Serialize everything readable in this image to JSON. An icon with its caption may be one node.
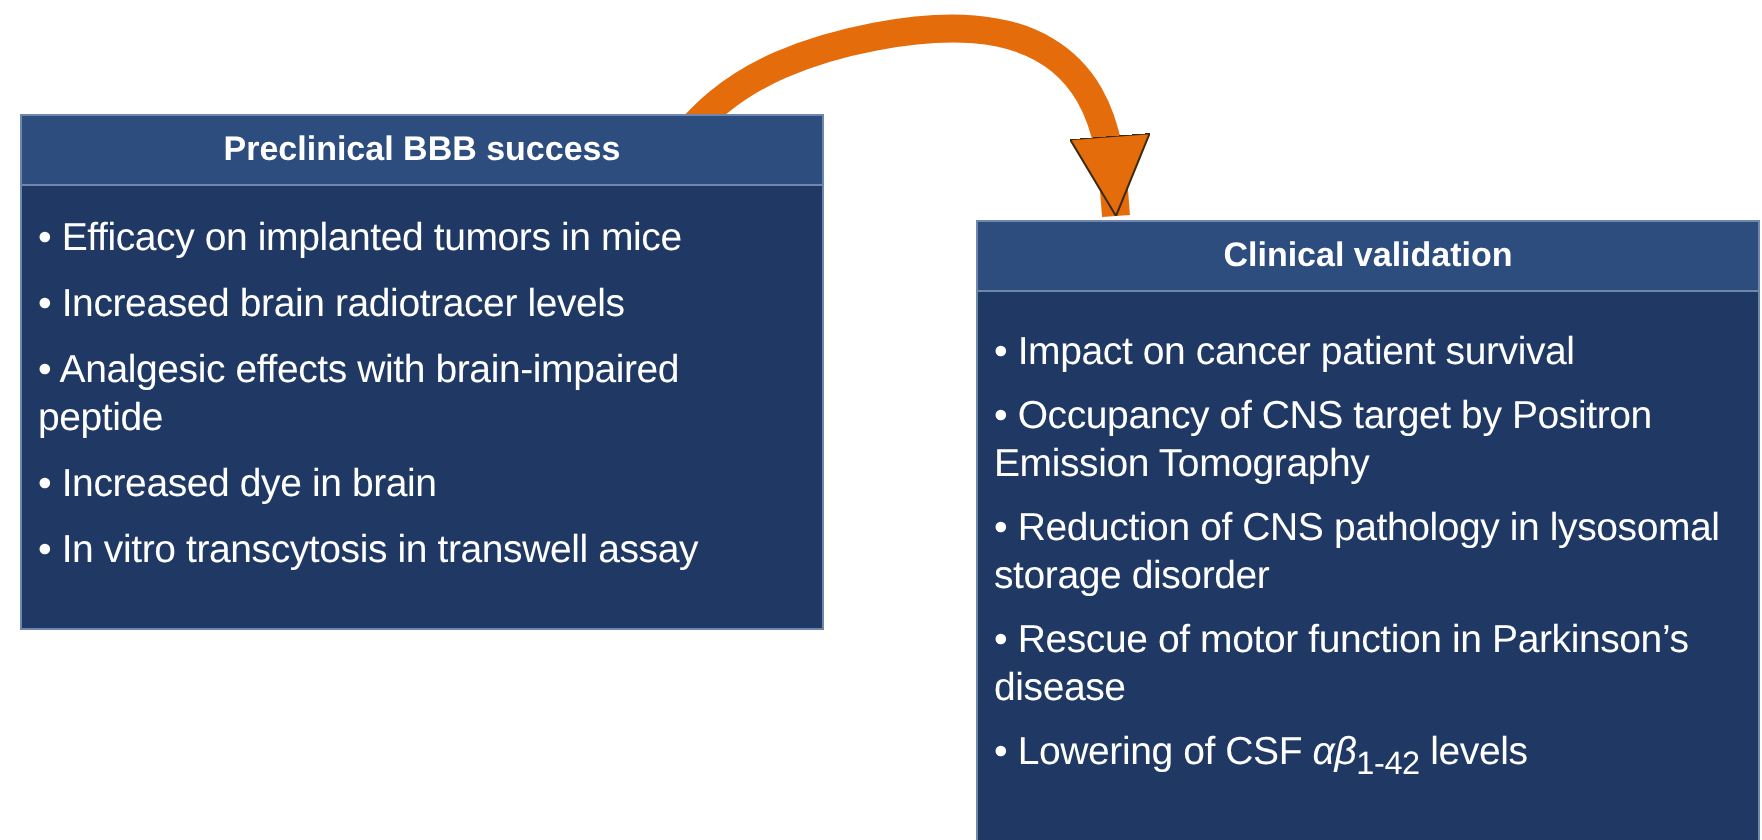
{
  "diagram": {
    "nodes": [
      {
        "text": [
          "Preclinical BBB success",
          "• Efficacy on implanted tumors in mice",
          "• Increased brain radiotracer levels",
          "• Analgesic effects with brain-impaired peptide",
          "• Increased dye in brain",
          "• In vitro transcytosis in transwell assay"
        ]
      },
      {
        "text": [
          "Clinical validation",
          "• Impact on cancer patient survival",
          "• Occupancy of CNS target by Positron Emission Tomography",
          "• Reduction of CNS pathology in lysosomal storage disorder",
          "• Rescue of motor function in Parkinson’s disease",
          "• Lowering of CSF *αβ*$_{1-42}$ levels"
        ]
      }
    ],
    "edges": [
      {
        "from": 0,
        "to": 1,
        "arrow": "to",
        "color": "#e46c0a"
      }
    ]
  }
}
